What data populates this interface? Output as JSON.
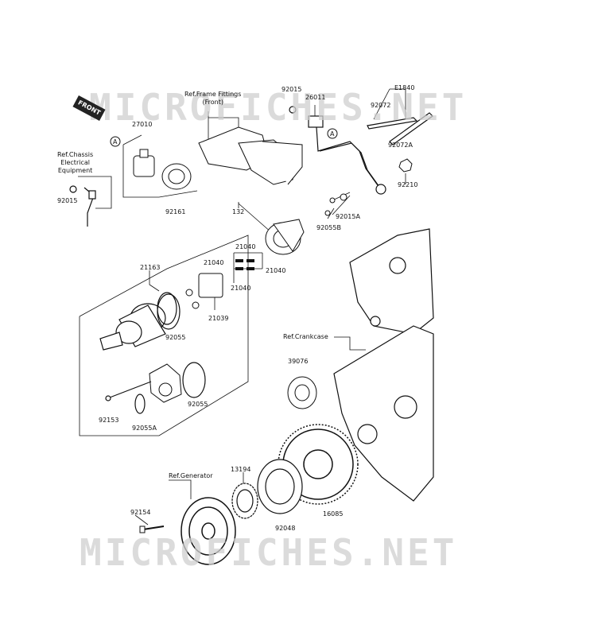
{
  "watermark": "MICROFICHES.NET",
  "front_badge": "FRONT",
  "references": {
    "frame_fittings": "Ref.Frame Fittings\n(Front)",
    "chassis_electrical": "Ref.Chassis\nElectrical\nEquipment",
    "crankcase": "Ref.Crankcase",
    "generator": "Ref.Generator"
  },
  "circle_markers": [
    "A",
    "A"
  ],
  "diagram_id": "E1840",
  "part_numbers": {
    "p27010": "27010",
    "p92015_left": "92015",
    "p92161": "92161",
    "p92015_top": "92015",
    "p26011": "26011",
    "p92072": "92072",
    "p92072a": "92072A",
    "p92210": "92210",
    "p132": "132",
    "p92015a": "92015A",
    "p92055b": "92055B",
    "p21163": "21163",
    "p21040_a": "21040",
    "p21040_b": "21040",
    "p21040_c": "21040",
    "p21040_d": "21040",
    "p92055_a": "92055",
    "p21039": "21039",
    "p39076": "39076",
    "p92153": "92153",
    "p92055a": "92055A",
    "p92055_b": "92055",
    "p13194": "13194",
    "p92154": "92154",
    "p92048": "92048",
    "p16085": "16085"
  }
}
